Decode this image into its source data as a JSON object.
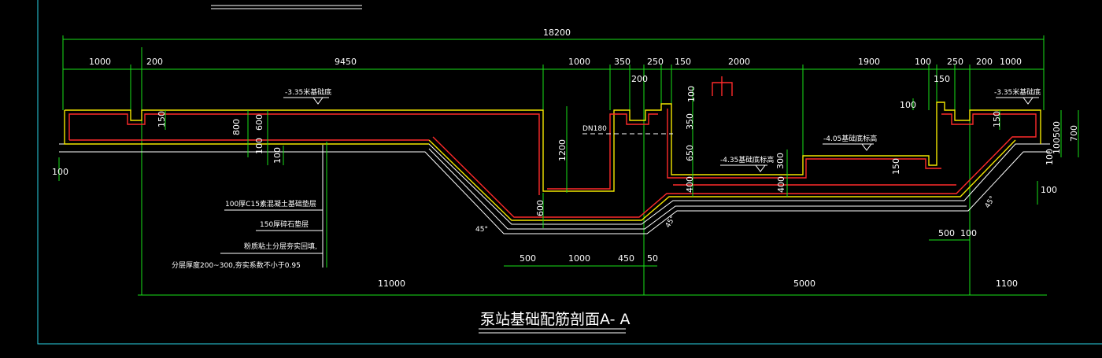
{
  "title": "泵站基础配筋剖面A- A",
  "colors": {
    "background": "#000000",
    "dimension": "#18e018",
    "structure": "#f2e600",
    "rebar": "#ff2a2a",
    "frame": "#2ad4e6"
  },
  "dims_top": {
    "total": "18200",
    "d1000a": "1000",
    "d200a": "200",
    "d9450": "9450",
    "d1000b": "1000",
    "d350": "350",
    "d250a": "250",
    "d150a": "150",
    "d2000": "2000",
    "d1900": "1900",
    "d100a": "100",
    "d250b": "250",
    "d200b": "200",
    "d1000c": "1000",
    "d200c": "200",
    "d150b": "150"
  },
  "dims_bottom": {
    "b11000": "11000",
    "b5000": "5000",
    "b1100": "1100",
    "b500a": "500",
    "b1000": "1000",
    "b450": "450",
    "b50": "50",
    "b500b": "500",
    "b100": "100"
  },
  "dims_vertical": {
    "v150a": "150",
    "v800": "800",
    "v600a": "600",
    "v100a": "100",
    "v100b": "100",
    "v100c": "100",
    "v1200": "1200",
    "v600b": "600",
    "v100d": "100",
    "v350": "350",
    "v650": "650",
    "v400a": "400",
    "v400b": "400",
    "v300": "300",
    "v150b": "150",
    "v100e": "100",
    "v150c": "150",
    "v500": "500",
    "v700": "700",
    "v100f": "100",
    "v100g": "100",
    "v100h": "100"
  },
  "levels": {
    "lv1": "-3.35米基础底",
    "lv2": "-3.35米基础底",
    "lv3": "-4.35基础底标高",
    "lv4": "-4.05基础底标高"
  },
  "pipe": "DN180",
  "angles": {
    "a1": "45°",
    "a2": "45°",
    "a3": "45°"
  },
  "notes": [
    "100厚C15素混凝土基础垫层",
    "150厚碎石垫层",
    "粉质粘土分层夯实回填,",
    "分层厚度200~300,夯实系数不小于0.95"
  ]
}
